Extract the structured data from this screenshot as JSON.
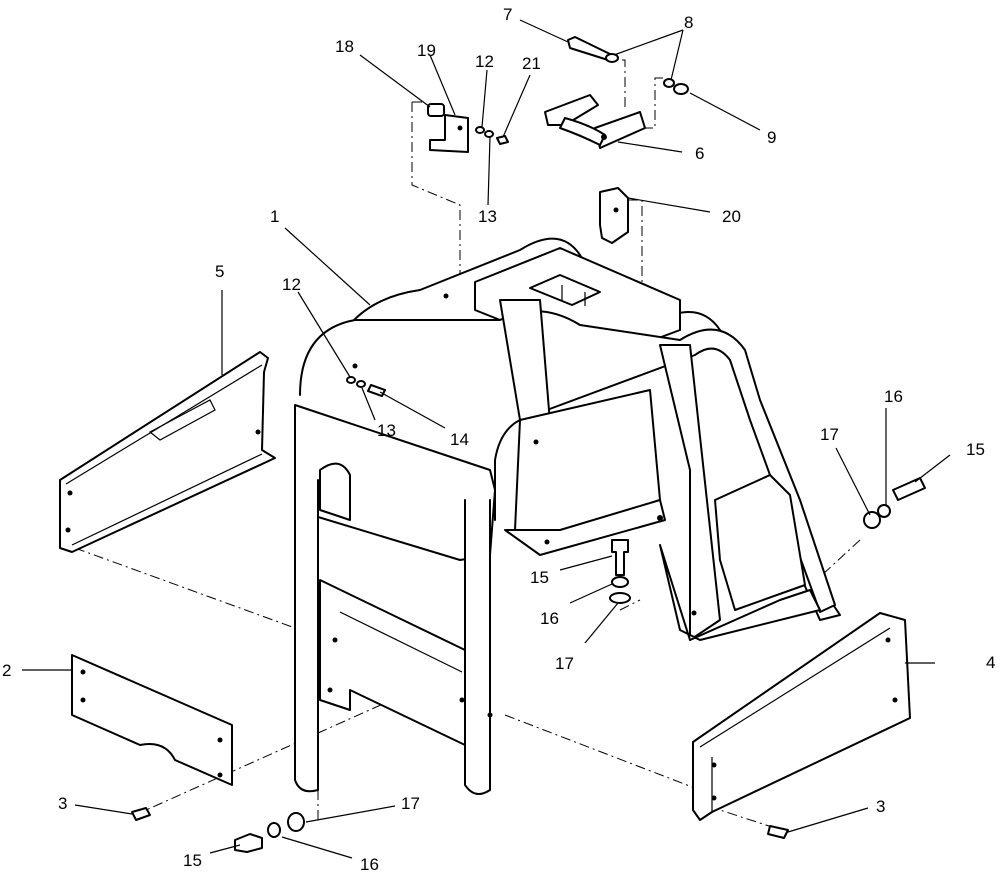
{
  "diagram": {
    "callouts": [
      {
        "id": "c1",
        "label": "1"
      },
      {
        "id": "c2",
        "label": "2"
      },
      {
        "id": "c3a",
        "label": "3"
      },
      {
        "id": "c3b",
        "label": "3"
      },
      {
        "id": "c4",
        "label": "4"
      },
      {
        "id": "c5",
        "label": "5"
      },
      {
        "id": "c6",
        "label": "6"
      },
      {
        "id": "c7",
        "label": "7"
      },
      {
        "id": "c8",
        "label": "8"
      },
      {
        "id": "c9",
        "label": "9"
      },
      {
        "id": "c12a",
        "label": "12"
      },
      {
        "id": "c12b",
        "label": "12"
      },
      {
        "id": "c13a",
        "label": "13"
      },
      {
        "id": "c13b",
        "label": "13"
      },
      {
        "id": "c14",
        "label": "14"
      },
      {
        "id": "c15a",
        "label": "15"
      },
      {
        "id": "c15b",
        "label": "15"
      },
      {
        "id": "c15c",
        "label": "15"
      },
      {
        "id": "c16a",
        "label": "16"
      },
      {
        "id": "c16b",
        "label": "16"
      },
      {
        "id": "c16c",
        "label": "16"
      },
      {
        "id": "c17a",
        "label": "17"
      },
      {
        "id": "c17b",
        "label": "17"
      },
      {
        "id": "c17c",
        "label": "17"
      },
      {
        "id": "c18",
        "label": "18"
      },
      {
        "id": "c19",
        "label": "19"
      },
      {
        "id": "c20",
        "label": "20"
      },
      {
        "id": "c21",
        "label": "21"
      }
    ]
  }
}
